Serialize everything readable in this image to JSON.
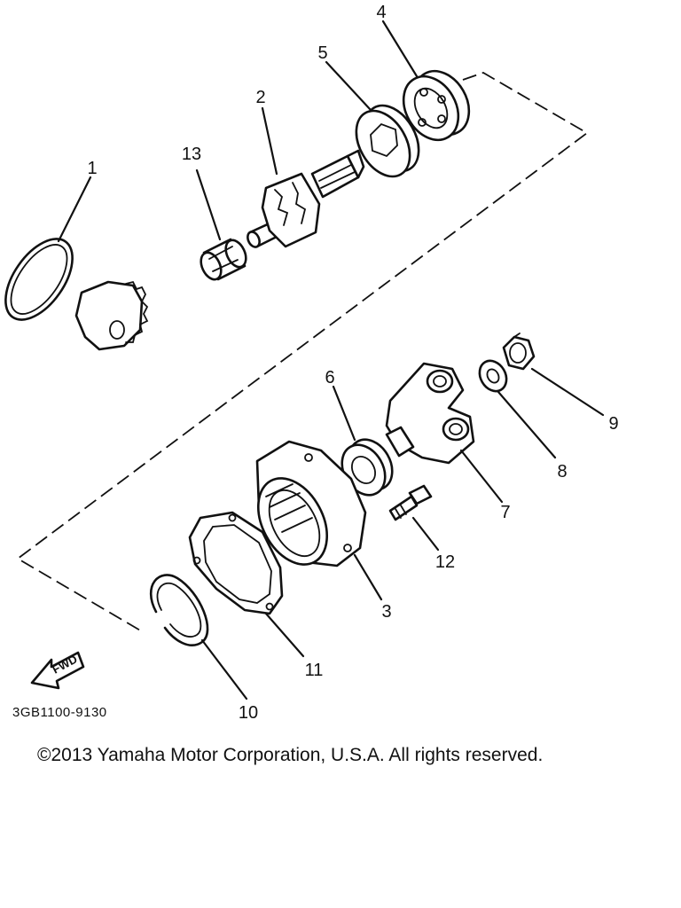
{
  "diagram": {
    "callouts": [
      {
        "id": "1",
        "label": "1"
      },
      {
        "id": "2",
        "label": "2"
      },
      {
        "id": "3",
        "label": "3"
      },
      {
        "id": "4",
        "label": "4"
      },
      {
        "id": "5",
        "label": "5"
      },
      {
        "id": "6",
        "label": "6"
      },
      {
        "id": "7",
        "label": "7"
      },
      {
        "id": "8",
        "label": "8"
      },
      {
        "id": "9",
        "label": "9"
      },
      {
        "id": "10",
        "label": "10"
      },
      {
        "id": "11",
        "label": "11"
      },
      {
        "id": "12",
        "label": "12"
      },
      {
        "id": "13",
        "label": "13"
      }
    ],
    "fwd_label": "FWD",
    "drawing_number": "3GB1100-9130"
  },
  "footer": {
    "copyright": "©2013 Yamaha Motor Corporation, U.S.A. All rights reserved."
  }
}
